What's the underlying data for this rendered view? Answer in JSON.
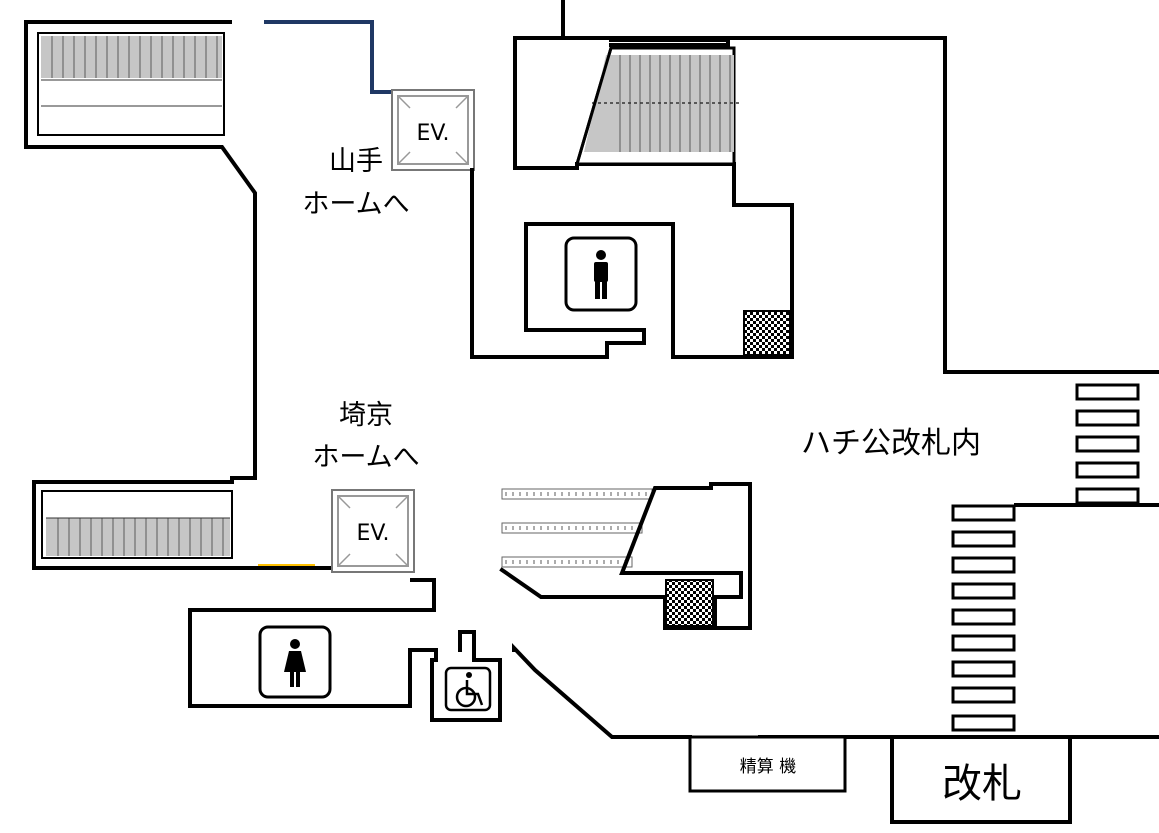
{
  "labels": {
    "yamanote_line1": "山手",
    "yamanote_line2": "ホームへ",
    "saikyo_line1": "埼京",
    "saikyo_line2": "ホームへ",
    "hachiko_area": "ハチ公改札内",
    "fare_adjustment": "精算 機",
    "ticket_gate": "改札",
    "elevator_top": "EV.",
    "elevator_bottom": "EV."
  },
  "icons": {
    "mens_restroom": "male-restroom-icon",
    "womens_restroom": "female-restroom-icon",
    "accessible_restroom": "wheelchair-icon",
    "multipurpose_sink": "checkered-icon"
  },
  "colors": {
    "wall": "#000000",
    "stairs": "#c6c6c6",
    "guide_line": "#1f3864",
    "tactile_strip": "#ffc000"
  }
}
